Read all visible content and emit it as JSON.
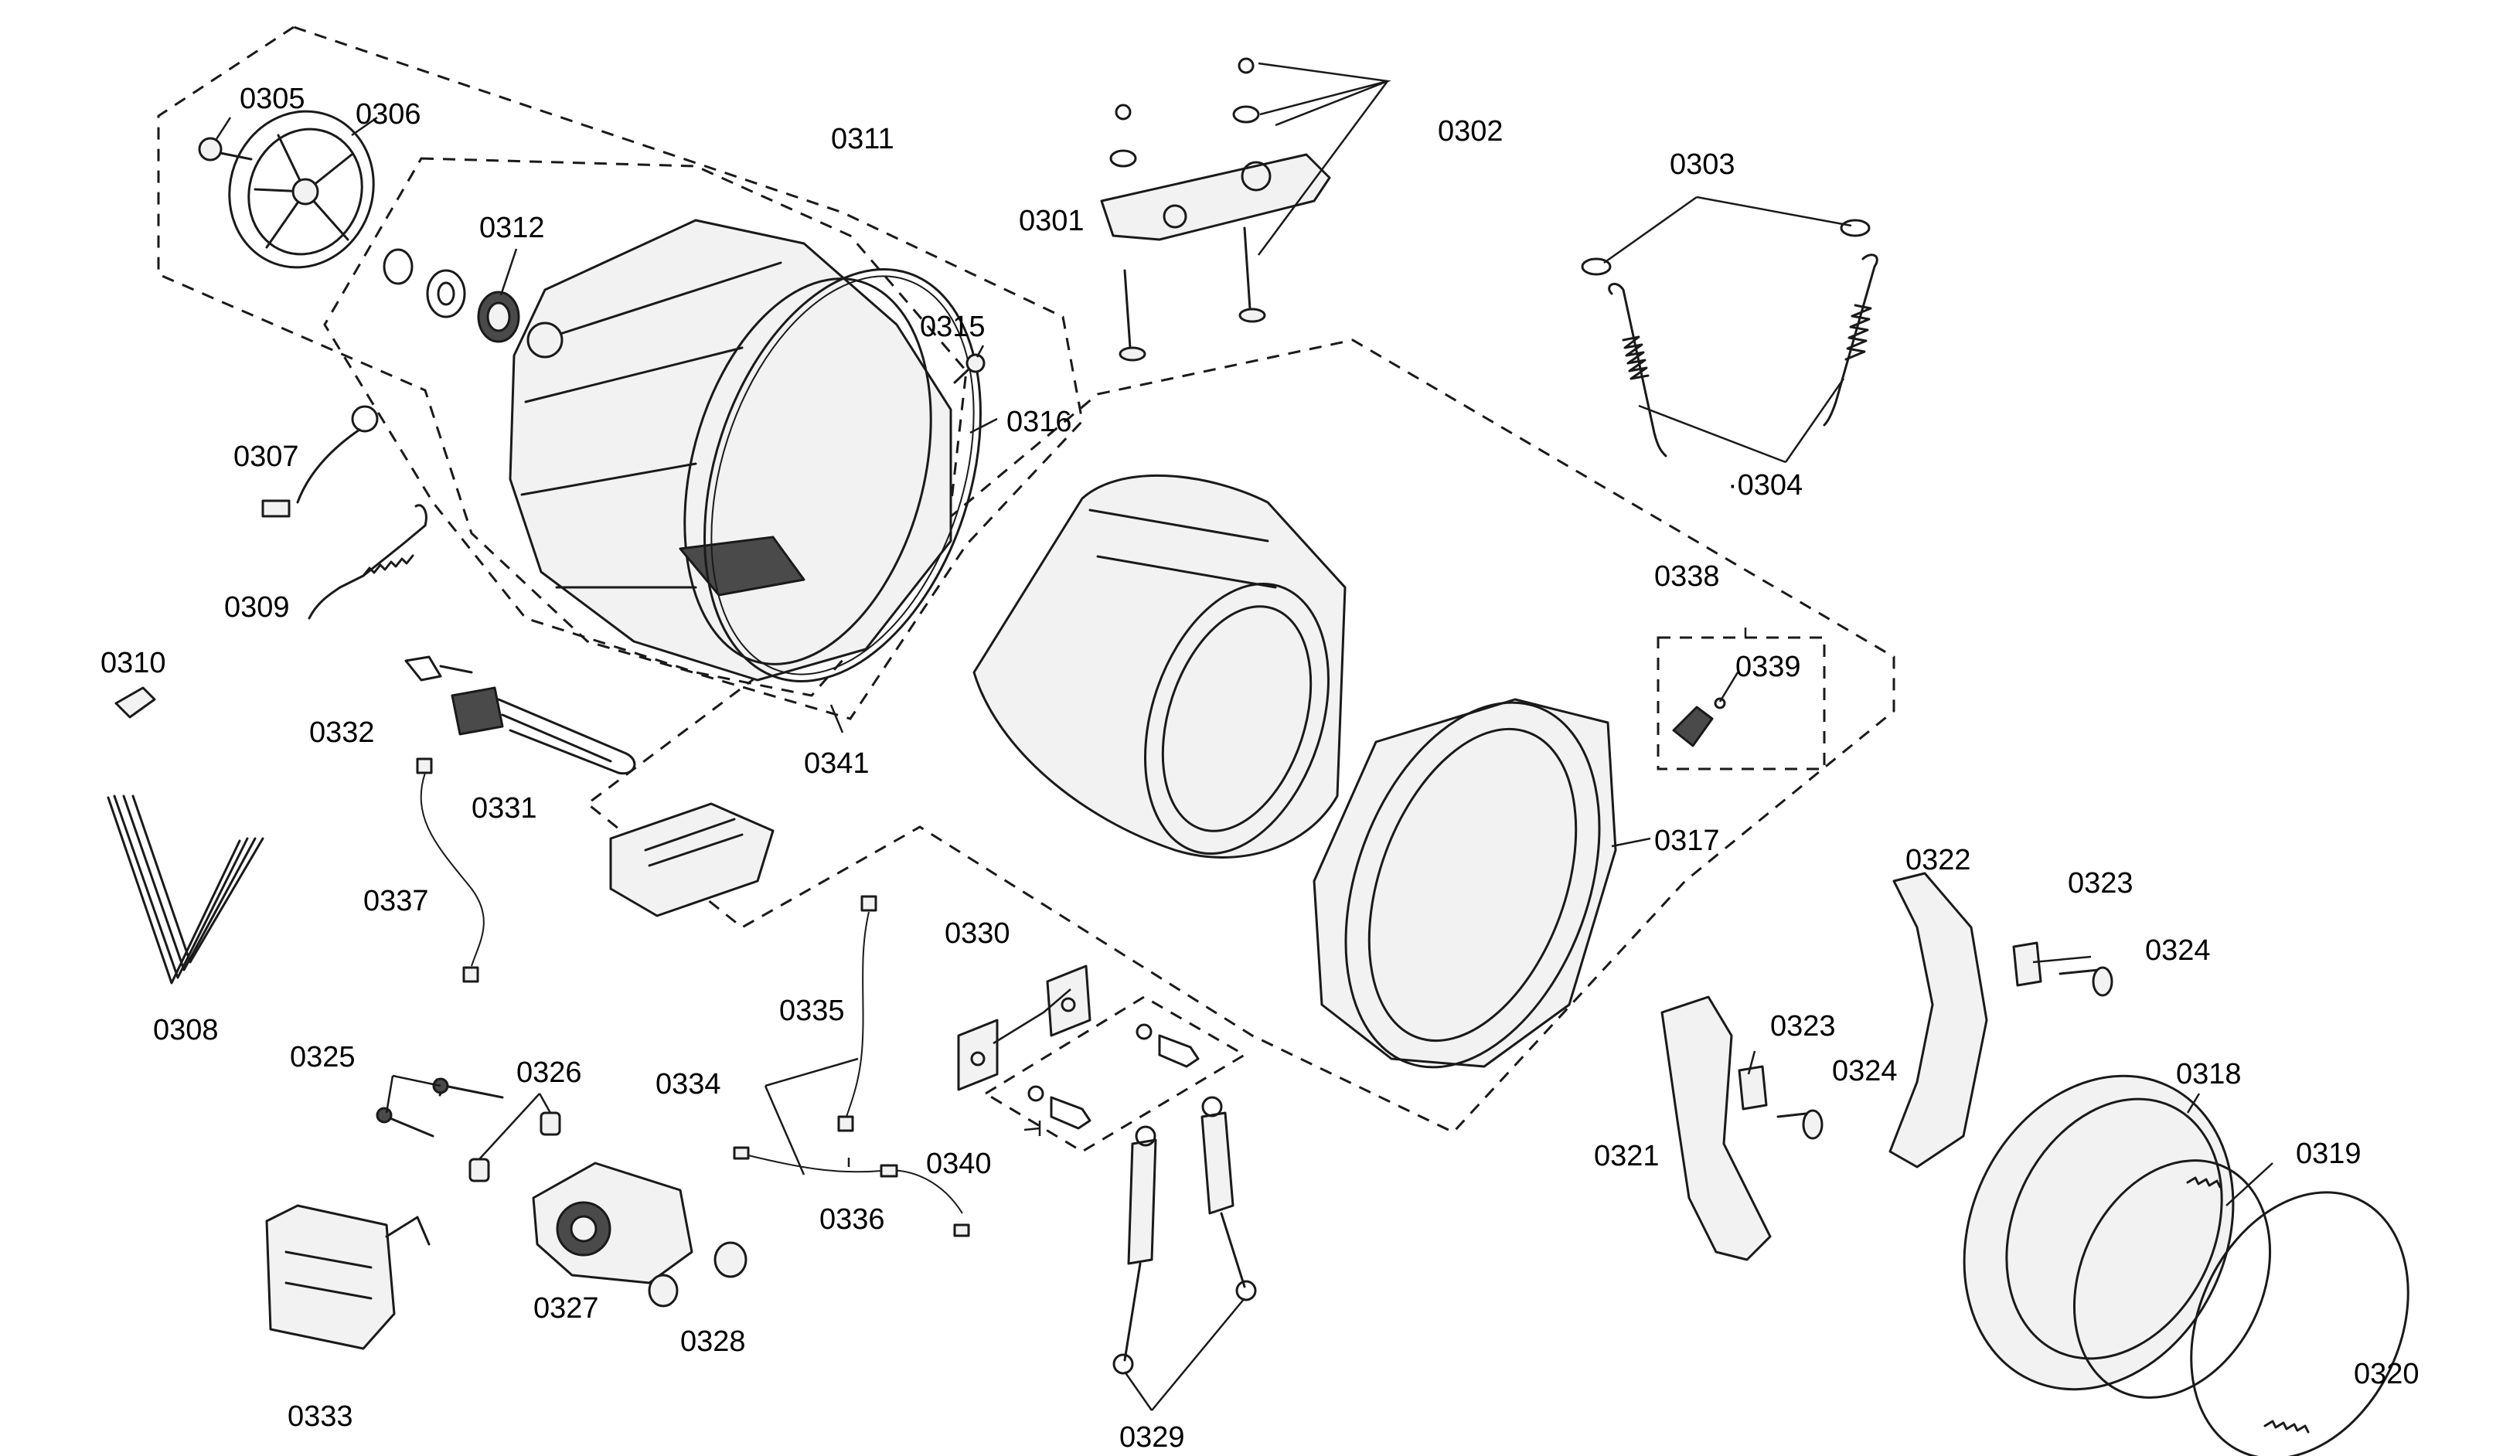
{
  "labels": {
    "p0301": "0301",
    "p0302": "0302",
    "p0303": "0303",
    "p0304": "·0304",
    "p0305": "0305",
    "p0306": "0306",
    "p0307": "0307",
    "p0308": "0308",
    "p0309": "0309",
    "p0310": "0310",
    "p0311": "0311",
    "p0312": "0312",
    "p0315": "0315",
    "p0316": "0316",
    "p0317": "0317",
    "p0318": "0318",
    "p0319": "0319",
    "p0320": "0320",
    "p0321": "0321",
    "p0322": "0322",
    "p0323a": "0323",
    "p0323b": "0323",
    "p0324a": "0324",
    "p0324b": "0324",
    "p0325": "0325",
    "p0326": "0326",
    "p0327": "0327",
    "p0328": "0328",
    "p0329": "0329",
    "p0330": "0330",
    "p0331": "0331",
    "p0332": "0332",
    "p0333": "0333",
    "p0334": "0334",
    "p0335": "0335",
    "p0336": "0336",
    "p0337": "0337",
    "p0338": "0338",
    "p0339": "0339",
    "p0340": "0340",
    "p0341": "0341"
  }
}
